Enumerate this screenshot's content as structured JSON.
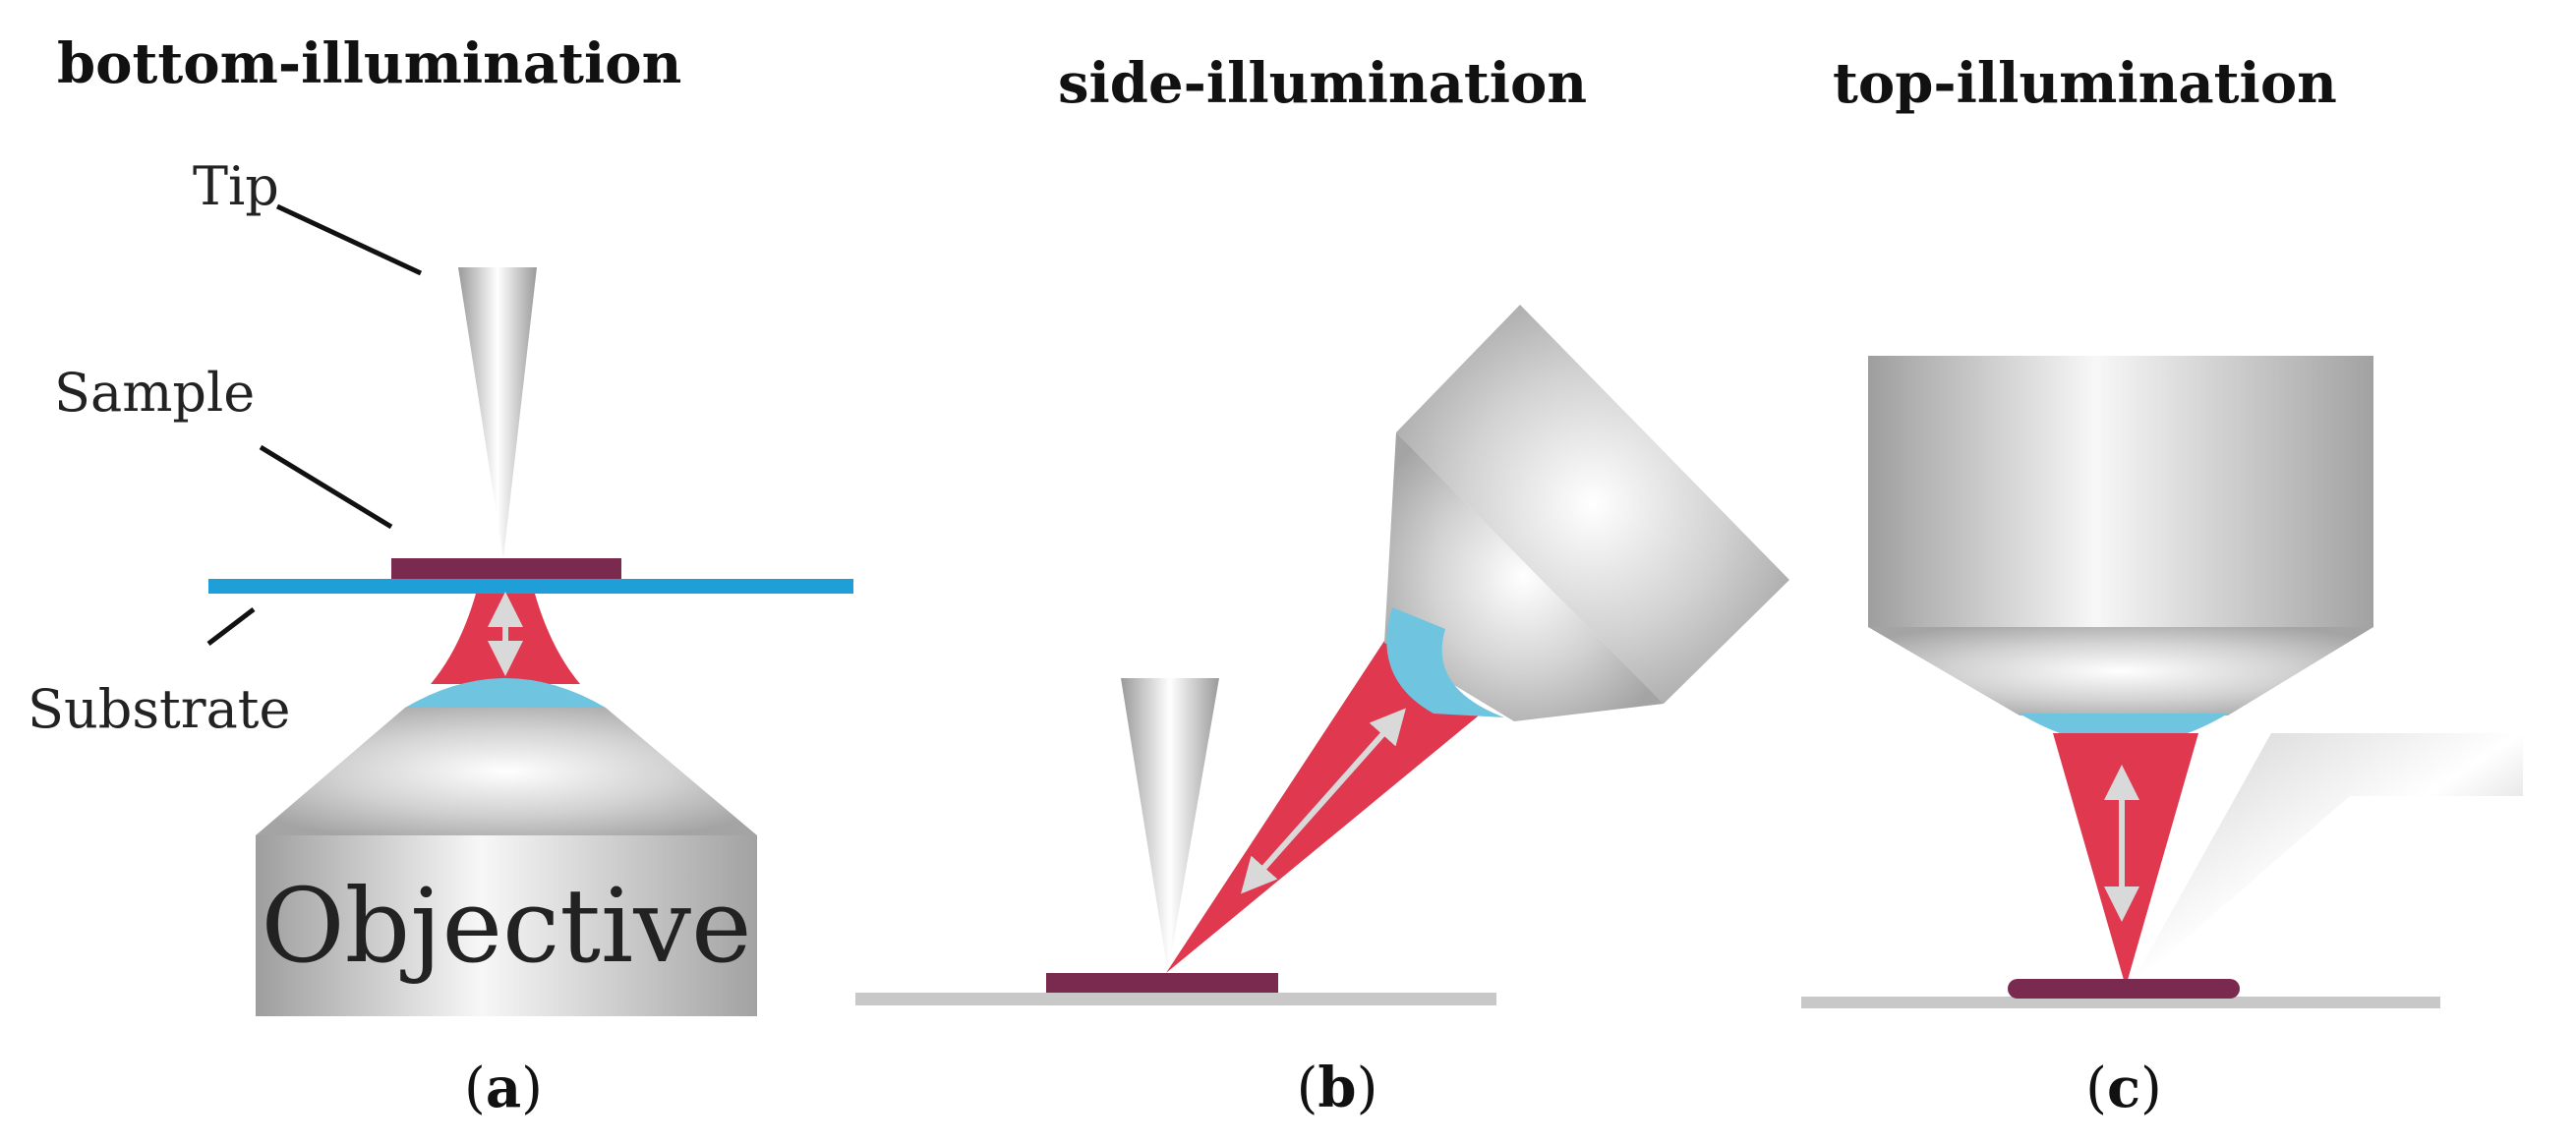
{
  "panels": [
    {
      "heading": "bottom-illumination",
      "caption": {
        "open": "(",
        "letter": "a",
        "close": ")"
      },
      "labels": {
        "tip": "Tip",
        "sample": "Sample",
        "substrate": "Substrate",
        "objective": "Objective"
      }
    },
    {
      "heading": "side-illumination",
      "caption": {
        "open": "(",
        "letter": "b",
        "close": ")"
      }
    },
    {
      "heading": "top-illumination",
      "caption": {
        "open": "(",
        "letter": "c",
        "close": ")"
      }
    }
  ],
  "colors": {
    "sample": "#7a2a4f",
    "substrate": "#1e9fd8",
    "beam": "#e0384f",
    "immersion": "#6fc4df",
    "objective_body": "#b8b8b8",
    "floor": "#c8c8c8",
    "arrow": "#d4d4d4"
  }
}
